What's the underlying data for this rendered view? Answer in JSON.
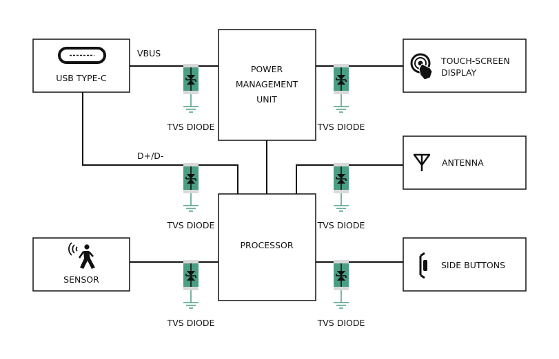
{
  "blocks": {
    "usb": "USB TYPE-C",
    "pmu": [
      "POWER",
      "MANAGEMENT",
      "UNIT"
    ],
    "processor": "PROCESSOR",
    "touch": [
      "TOUCH-SCREEN",
      "DISPLAY"
    ],
    "antenna": "ANTENNA",
    "sensor": "SENSOR",
    "side_buttons": "SIDE BUTTONS"
  },
  "signals": {
    "vbus": "VBUS",
    "data": "D+/D-"
  },
  "tvs_label": "TVS DIODE",
  "colors": {
    "diode_fill": "#4a9e84",
    "diode_cap": "#d9d9d9",
    "line": "#111111"
  },
  "icons": [
    "usb-c-connector-icon",
    "touch-finger-icon",
    "antenna-icon",
    "motion-sensor-icon",
    "side-button-icon"
  ]
}
